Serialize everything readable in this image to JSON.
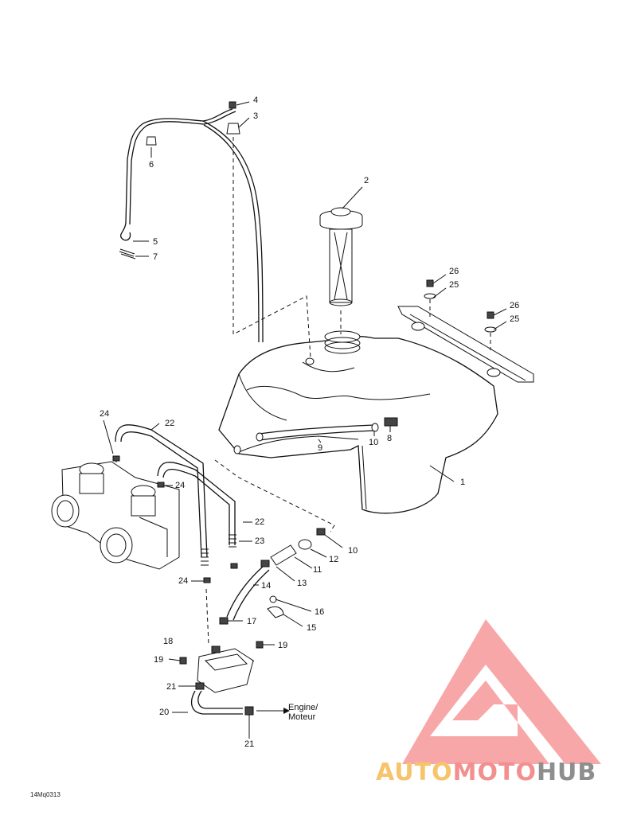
{
  "callouts": [
    {
      "text": "1"
    },
    {
      "text": "2"
    },
    {
      "text": "3"
    },
    {
      "text": "4"
    },
    {
      "text": "5"
    },
    {
      "text": "6"
    },
    {
      "text": "7"
    },
    {
      "text": "8"
    },
    {
      "text": "9"
    },
    {
      "text": "10"
    },
    {
      "text": "10"
    },
    {
      "text": "11"
    },
    {
      "text": "12"
    },
    {
      "text": "13"
    },
    {
      "text": "14"
    },
    {
      "text": "15"
    },
    {
      "text": "16"
    },
    {
      "text": "17"
    },
    {
      "text": "18"
    },
    {
      "text": "19"
    },
    {
      "text": "19"
    },
    {
      "text": "20"
    },
    {
      "text": "21"
    },
    {
      "text": "21"
    },
    {
      "text": "22"
    },
    {
      "text": "22"
    },
    {
      "text": "23"
    },
    {
      "text": "24"
    },
    {
      "text": "24"
    },
    {
      "text": "24"
    },
    {
      "text": "25"
    },
    {
      "text": "25"
    },
    {
      "text": "26"
    },
    {
      "text": "26"
    }
  ],
  "engine_label": {
    "line1": "Engine/",
    "line2": "Moteur"
  },
  "drawing_code": "14Mq0313",
  "watermark": {
    "part1": "AUTO",
    "part2": "MOTO",
    "part3": "HUB"
  },
  "colors": {
    "watermark_triangle": "#f26b6b",
    "auto": "#f7c36b",
    "moto": "#f29090",
    "hub": "#8e8e8e"
  }
}
